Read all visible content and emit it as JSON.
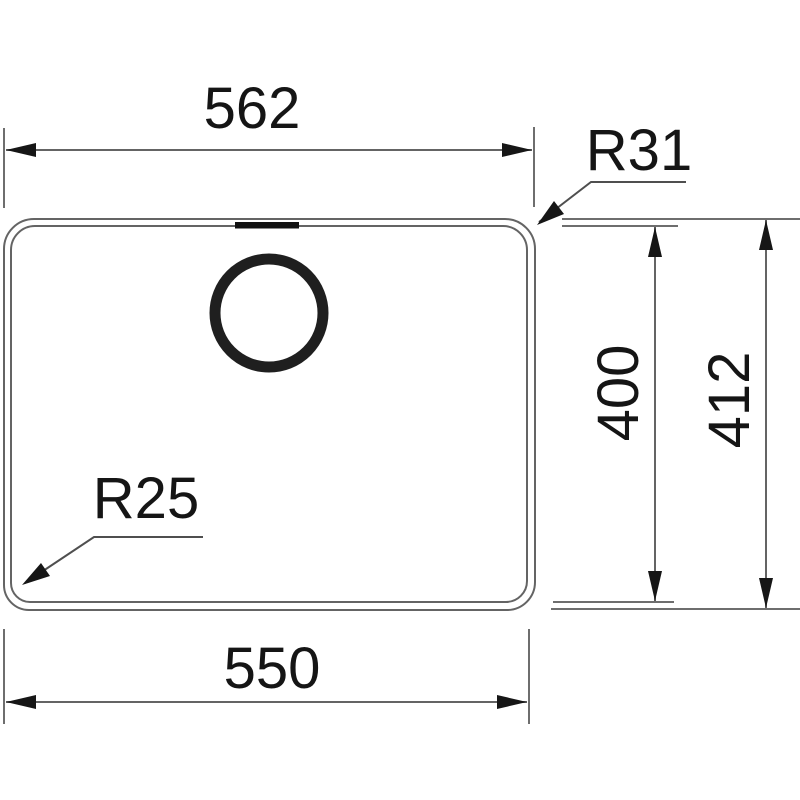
{
  "drawing": {
    "type": "technical-dimension-drawing",
    "subject": "sink-bowl-top-view",
    "labels": {
      "top_width": "562",
      "corner_radius_top_right": "R31",
      "inner_height": "400",
      "overall_height": "412",
      "bottom_width": "550",
      "corner_radius_bottom_left": "R25"
    },
    "colors": {
      "background": "#ffffff",
      "line_gray": "#646464",
      "ink_black": "#161616"
    }
  }
}
